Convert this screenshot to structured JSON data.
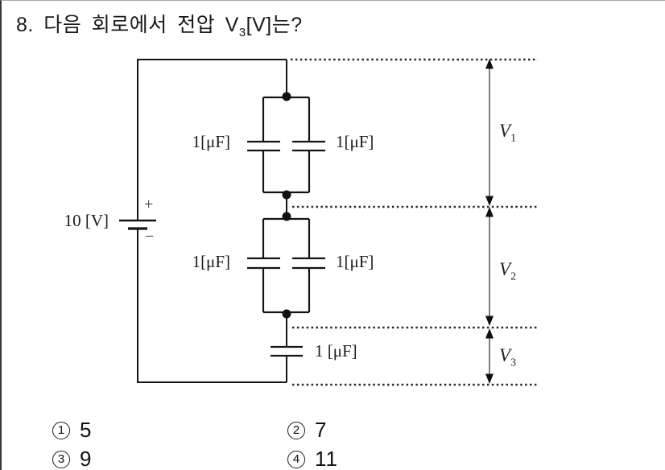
{
  "title": {
    "prefix": "8. 다음 회로에서 전압 V",
    "sub": "3",
    "suffix": "[V]는?"
  },
  "circuit": {
    "source": {
      "label": "10 [V]",
      "plus": "+",
      "minus": "−"
    },
    "capacitor_labels": {
      "top_left": "1[μF]",
      "top_right": "1[μF]",
      "mid_left": "1[μF]",
      "mid_right": "1[μF]",
      "bottom": "1 [μF]"
    },
    "measurements": [
      {
        "label": "V",
        "sub": "1"
      },
      {
        "label": "V",
        "sub": "2"
      },
      {
        "label": "V",
        "sub": "3"
      }
    ]
  },
  "options": [
    {
      "num": "1",
      "value": "5"
    },
    {
      "num": "2",
      "value": "7"
    },
    {
      "num": "3",
      "value": "9"
    },
    {
      "num": "4",
      "value": "11"
    }
  ],
  "colors": {
    "ink": "#111111",
    "background": "#ffffff"
  }
}
